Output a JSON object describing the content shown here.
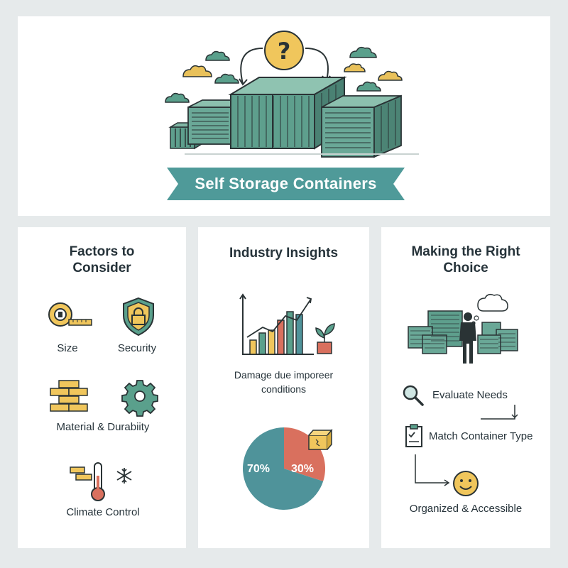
{
  "header": {
    "title": "Self Storage Containers"
  },
  "factors": {
    "title": "Factors to Consider",
    "items": [
      {
        "label": "Size",
        "icon": "tape-measure-icon"
      },
      {
        "label": "Security",
        "icon": "padlock-shield-icon"
      },
      {
        "label": "Material & Durabiity",
        "icon": "bricks-icon"
      },
      {
        "label": "",
        "icon": "gear-icon"
      },
      {
        "label": "Climate Control",
        "icon": "thermometer-snowflake-icon"
      }
    ]
  },
  "insights": {
    "title": "Industry Insights",
    "caption": "Damage due imporeer conditions",
    "pie": {
      "slices": [
        {
          "label": "70%",
          "value": 70,
          "color": "#4f939a"
        },
        {
          "label": "30%",
          "value": 30,
          "color": "#d9705e"
        }
      ]
    }
  },
  "choice": {
    "title": "Making the Right Choice",
    "steps": [
      {
        "label": "Evaluate Needs",
        "icon": "magnifier-icon"
      },
      {
        "label": "Match Container Type",
        "icon": "clipboard-check-icon"
      },
      {
        "label": "Organized & Accessible",
        "icon": "smiley-icon"
      }
    ]
  },
  "colors": {
    "teal": "#5e9f8d",
    "teal_dark": "#2f5e55",
    "banner": "#4f9a99",
    "yellow": "#f0c65c",
    "red": "#d9705e",
    "pie_teal": "#4f939a"
  }
}
